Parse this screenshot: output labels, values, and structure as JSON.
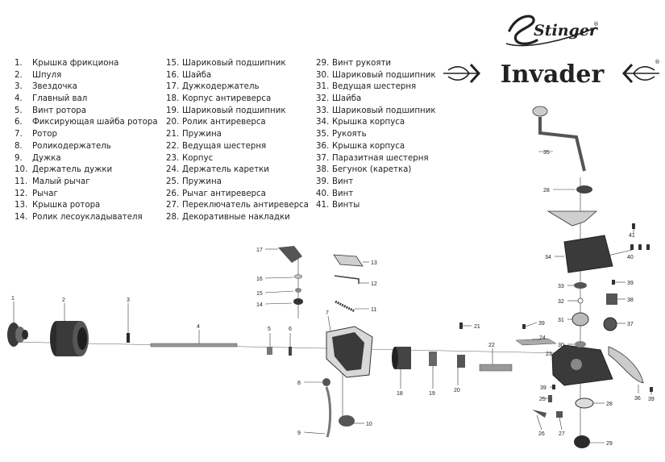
{
  "brand": {
    "stinger": "Stinger",
    "invader": "Invader",
    "registered": "®"
  },
  "parts_col1": [
    {
      "num": "1.",
      "name": "Крышка фрикциона"
    },
    {
      "num": "2.",
      "name": "Шпуля"
    },
    {
      "num": "3.",
      "name": "Звездочка"
    },
    {
      "num": "4.",
      "name": "Главный вал"
    },
    {
      "num": "5.",
      "name": "Винт ротора"
    },
    {
      "num": "6.",
      "name": "Фиксирующая шайба ротора"
    },
    {
      "num": "7.",
      "name": "Ротор"
    },
    {
      "num": "8.",
      "name": "Роликодержатель"
    },
    {
      "num": "9.",
      "name": "Дужка"
    },
    {
      "num": "10.",
      "name": "Держатель дужки"
    },
    {
      "num": "11.",
      "name": "Малый рычаг"
    },
    {
      "num": "12.",
      "name": "Рычаг"
    },
    {
      "num": "13.",
      "name": "Крышка ротора"
    },
    {
      "num": "14.",
      "name": "Ролик лесоукладывателя"
    }
  ],
  "parts_col2": [
    {
      "num": "15.",
      "name": "Шариковый подшипник"
    },
    {
      "num": "16.",
      "name": "Шайба"
    },
    {
      "num": "17.",
      "name": "Дужкодержатель"
    },
    {
      "num": "18.",
      "name": "Корпус антиреверса"
    },
    {
      "num": "19.",
      "name": "Шариковый подшипник"
    },
    {
      "num": "20.",
      "name": "Ролик антиреверса"
    },
    {
      "num": "21.",
      "name": "Пружина"
    },
    {
      "num": "22.",
      "name": "Ведущая шестерня"
    },
    {
      "num": "23.",
      "name": "Корпус"
    },
    {
      "num": "24.",
      "name": "Держатель каретки"
    },
    {
      "num": "25.",
      "name": "Пружина"
    },
    {
      "num": "26.",
      "name": "Рычаг антиреверса"
    },
    {
      "num": "27.",
      "name": "Переключатель антиреверса"
    },
    {
      "num": "28.",
      "name": "Декоративные накладки"
    }
  ],
  "parts_col3": [
    {
      "num": "29.",
      "name": "Винт рукояти"
    },
    {
      "num": "30.",
      "name": "Шариковый подшипник"
    },
    {
      "num": "31.",
      "name": "Ведущая шестерня"
    },
    {
      "num": "32.",
      "name": "Шайба"
    },
    {
      "num": "33.",
      "name": "Шариковый подшипник"
    },
    {
      "num": "34.",
      "name": "Крышка корпуса"
    },
    {
      "num": "35.",
      "name": "Рукоять"
    },
    {
      "num": "36.",
      "name": "Крышка корпуса"
    },
    {
      "num": "37.",
      "name": "Паразитная шестерня"
    },
    {
      "num": "38.",
      "name": "Бегунок (каретка)"
    },
    {
      "num": "39.",
      "name": "Винт"
    },
    {
      "num": "40.",
      "name": "Винт"
    },
    {
      "num": "41.",
      "name": "Винты"
    }
  ],
  "callouts": {
    "c1": "1",
    "c2": "2",
    "c3": "3",
    "c4": "4",
    "c5": "5",
    "c6": "6",
    "c7": "7",
    "c8": "8",
    "c9": "9",
    "c10": "10",
    "c11": "11",
    "c12": "12",
    "c13": "13",
    "c14": "14",
    "c15": "15",
    "c16": "16",
    "c17": "17",
    "c18": "18",
    "c19": "19",
    "c20": "20",
    "c21": "21",
    "c22": "22",
    "c23": "23",
    "c24": "24",
    "c25": "25",
    "c26": "26",
    "c27": "27",
    "c28a": "28",
    "c28b": "28",
    "c29": "29",
    "c30": "30",
    "c31": "31",
    "c32": "32",
    "c33": "33",
    "c34": "34",
    "c35": "35",
    "c36": "36",
    "c37": "37",
    "c38": "38",
    "c39a": "39",
    "c39b": "39",
    "c39c": "39",
    "c39d": "39",
    "c40": "40",
    "c41": "41"
  },
  "colors": {
    "ink": "#222222",
    "part_dark": "#2b2b2b",
    "part_mid": "#7a7a7a",
    "part_light": "#d9d9d9"
  }
}
